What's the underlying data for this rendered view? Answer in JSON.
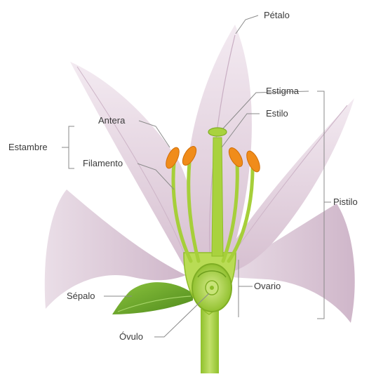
{
  "diagram": {
    "labels": {
      "petalo": "Pétalo",
      "estigma": "Estigma",
      "estilo": "Estilo",
      "antera": "Antera",
      "estambre": "Estambre",
      "filamento": "Filamento",
      "pistilo": "Pistilo",
      "sepalo": "Sépalo",
      "ovario": "Ovario",
      "ovulo": "Óvulo"
    },
    "colors": {
      "petal_light": "#eee3ec",
      "petal_mid": "#d9c3d4",
      "petal_dark": "#c7aac0",
      "petal_vein": "#b793ad",
      "green": "#a6cf3a",
      "green_dark": "#7fae24",
      "green_light": "#cde67c",
      "leaf": "#6ea82c",
      "anther": "#f08c1a",
      "anther_dark": "#d06d08",
      "leader_line": "#8a8a8a",
      "label_text": "#3a3a3a"
    }
  }
}
